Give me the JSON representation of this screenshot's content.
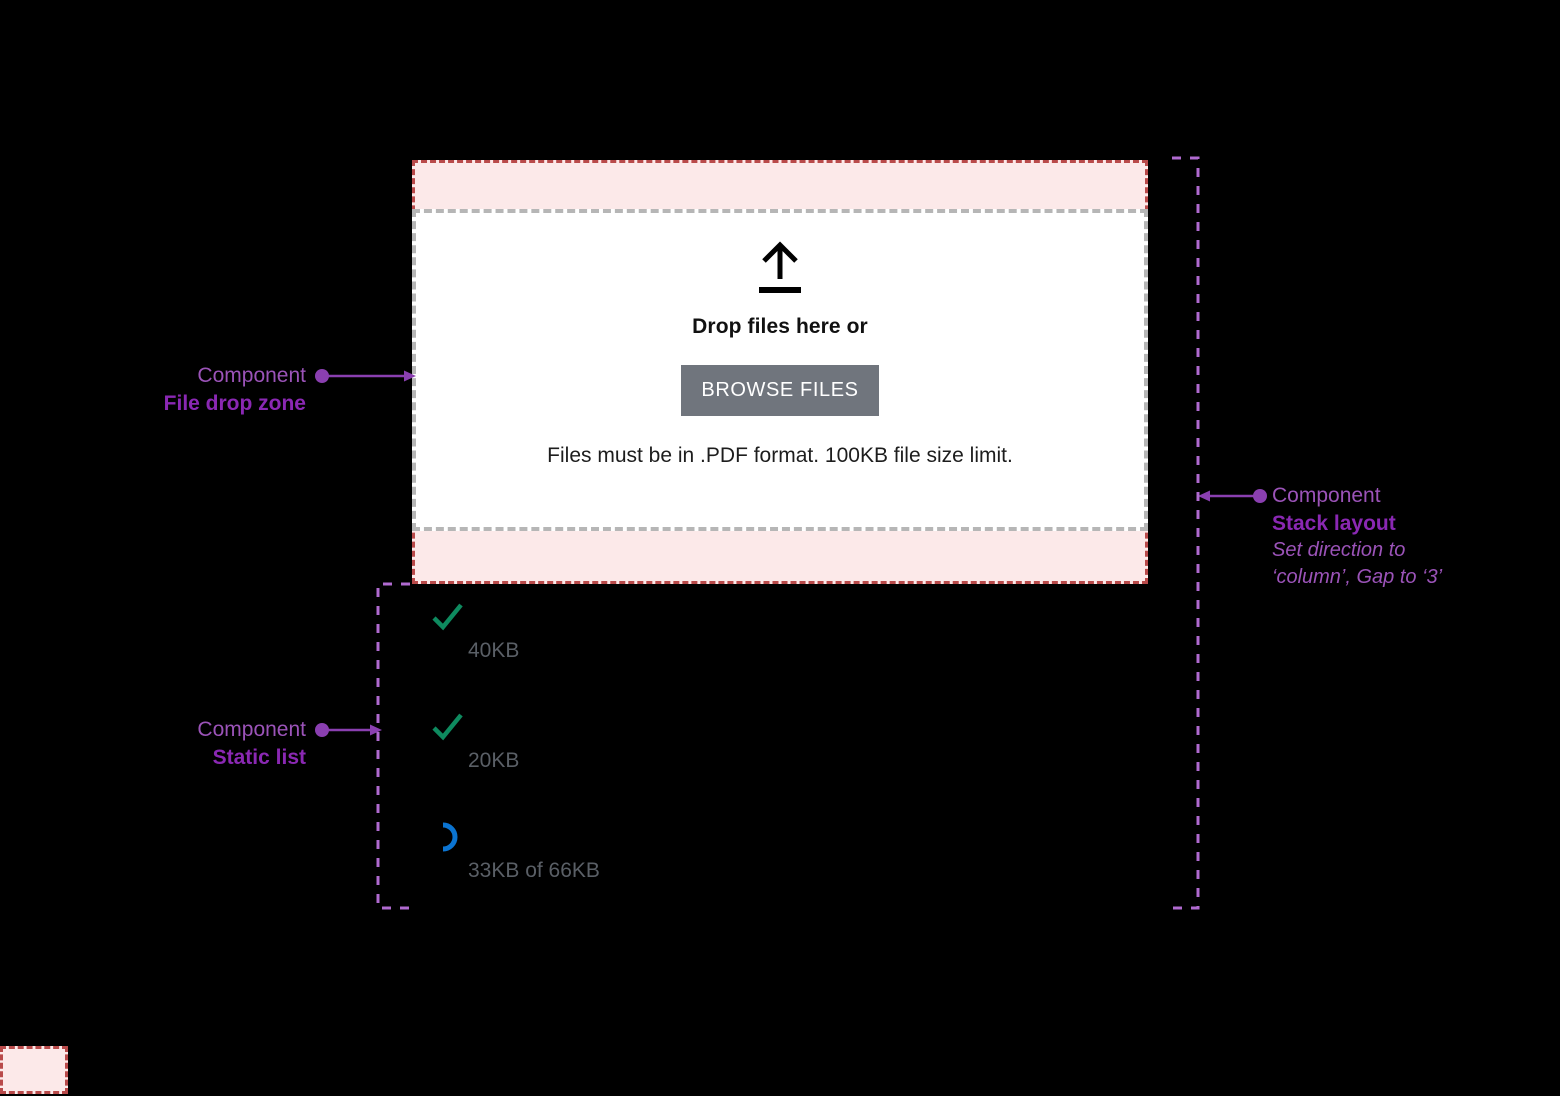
{
  "drop_zone": {
    "icon": "upload-arrow-icon",
    "title": "Drop files here or",
    "browse_button_label": "BROWSE FILES",
    "hint": "Files must be in .PDF format. 100KB file size limit.",
    "inner_border_color": "#b6b6b6",
    "padding_overlay_color": "#fce9e9",
    "padding_overlay_border": "#b94a4a",
    "button_color": "#70757d"
  },
  "static_list": {
    "items": [
      {
        "status": "complete",
        "status_icon": "check-icon",
        "size": "40KB",
        "icon_color": "#0e8a5f"
      },
      {
        "status": "complete",
        "status_icon": "check-icon",
        "size": "20KB",
        "icon_color": "#0e8a5f"
      },
      {
        "status": "uploading",
        "status_icon": "spinner-icon",
        "size": "33KB of 66KB",
        "icon_color": "#0b74d1"
      }
    ]
  },
  "annotations": {
    "drop_zone": {
      "kind": "Component",
      "name": "File drop zone"
    },
    "static_list": {
      "kind": "Component",
      "name": "Static list"
    },
    "stack_layout": {
      "kind": "Component",
      "name": "Stack layout",
      "note_line_1": "Set direction to",
      "note_line_2": "‘column’, Gap to ‘3’"
    },
    "accent_color": "#9b53b8",
    "accent_bold_color": "#8a28b3"
  }
}
